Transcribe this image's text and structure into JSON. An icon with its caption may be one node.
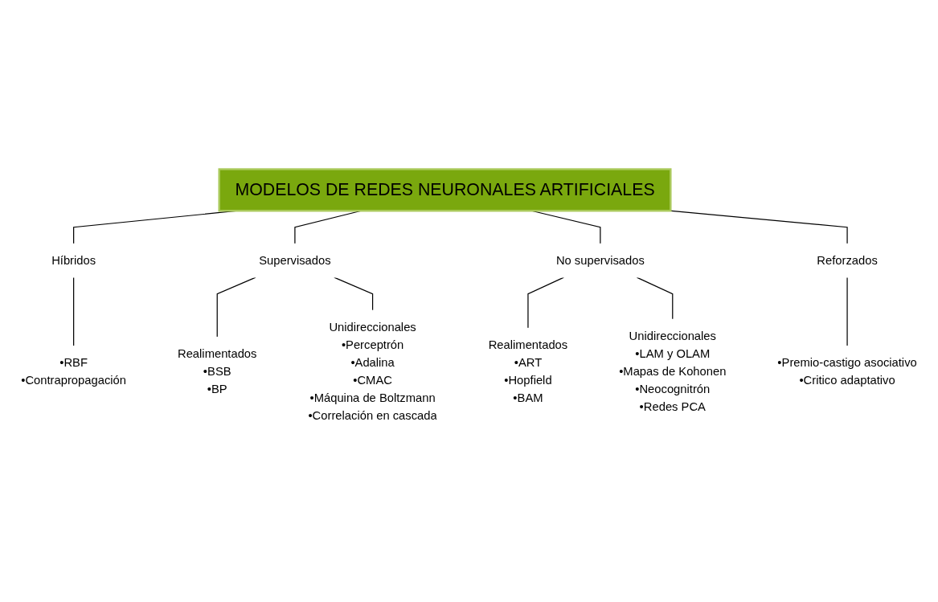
{
  "diagram": {
    "nodes": [
      {
        "text": [
          "MODELOS DE REDES NEURONALES ARTIFICIALES"
        ]
      },
      {
        "text": [
          "Híbridos"
        ]
      },
      {
        "text": [
          "Supervisados"
        ]
      },
      {
        "text": [
          "No supervisados"
        ]
      },
      {
        "text": [
          "Reforzados"
        ]
      },
      {
        "text": [
          "Realimentados",
          "•BSB",
          "•BP"
        ]
      },
      {
        "text": [
          "Unidireccionales",
          "•Perceptrón",
          "•Adalina",
          "•CMAC",
          "•Máquina de Boltzmann",
          "•Correlación en cascada"
        ]
      },
      {
        "text": [
          "Realimentados",
          "•ART",
          "•Hopfield",
          "•BAM"
        ]
      },
      {
        "text": [
          "Unidireccionales",
          "•LAM y OLAM",
          "•Mapas de Kohonen",
          "•Neocognitrón",
          "•Redes PCA"
        ]
      },
      {
        "text": [
          "•RBF",
          "•Contrapropagación"
        ]
      },
      {
        "text": [
          "•Premio-castigo asociativo",
          "•Critico adaptativo"
        ]
      }
    ],
    "edges": [
      {
        "from": 0,
        "to": 1,
        "arrow": "none"
      },
      {
        "from": 0,
        "to": 2,
        "arrow": "none"
      },
      {
        "from": 0,
        "to": 3,
        "arrow": "none"
      },
      {
        "from": 0,
        "to": 4,
        "arrow": "none"
      },
      {
        "from": 2,
        "to": 5,
        "arrow": "none"
      },
      {
        "from": 2,
        "to": 6,
        "arrow": "none"
      },
      {
        "from": 3,
        "to": 7,
        "arrow": "none"
      },
      {
        "from": 3,
        "to": 8,
        "arrow": "none"
      },
      {
        "from": 1,
        "to": 9,
        "arrow": "none"
      },
      {
        "from": 4,
        "to": 10,
        "arrow": "none"
      }
    ]
  }
}
